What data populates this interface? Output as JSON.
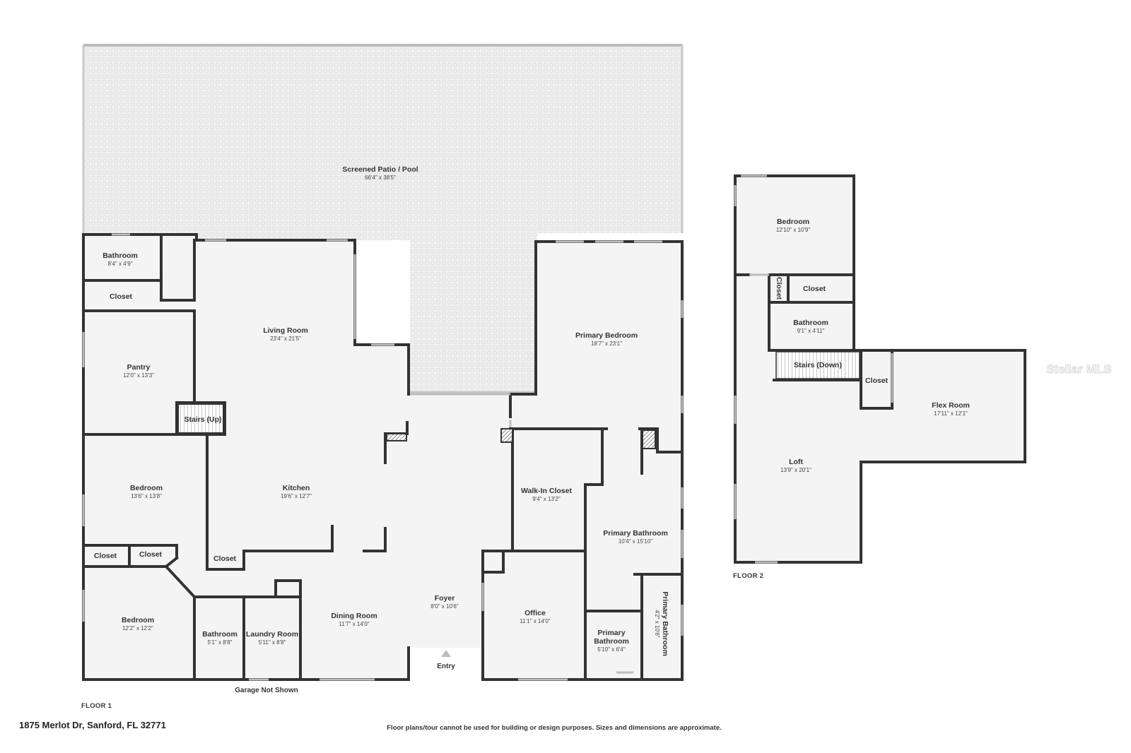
{
  "floor1": {
    "label": "FLOOR 1",
    "rooms": [
      {
        "id": "screened-patio",
        "name": "Screened Patio / Pool",
        "dim": "66'4\" x 38'5\""
      },
      {
        "id": "bathroom-1",
        "name": "Bathroom",
        "dim": "8'4\" x 4'9\""
      },
      {
        "id": "closet-1",
        "name": "Closet",
        "dim": ""
      },
      {
        "id": "living-room",
        "name": "Living Room",
        "dim": "23'4\" x 21'5\""
      },
      {
        "id": "primary-bedroom",
        "name": "Primary Bedroom",
        "dim": "18'7\" x 23'1\""
      },
      {
        "id": "pantry",
        "name": "Pantry",
        "dim": "12'0\" x 13'3\""
      },
      {
        "id": "stairs-up",
        "name": "Stairs (Up)",
        "dim": ""
      },
      {
        "id": "bedroom-1",
        "name": "Bedroom",
        "dim": "13'6\" x 13'8\""
      },
      {
        "id": "kitchen",
        "name": "Kitchen",
        "dim": "19'6\" x 12'7\""
      },
      {
        "id": "walk-in-closet",
        "name": "Walk-In Closet",
        "dim": "9'4\" x 13'2\""
      },
      {
        "id": "primary-bathroom-1",
        "name": "Primary Bathroom",
        "dim": "10'4\" x 15'10\""
      },
      {
        "id": "closet-2",
        "name": "Closet",
        "dim": ""
      },
      {
        "id": "closet-3",
        "name": "Closet",
        "dim": ""
      },
      {
        "id": "closet-4",
        "name": "Closet",
        "dim": ""
      },
      {
        "id": "foyer",
        "name": "Foyer",
        "dim": "8'0\" x 10'6\""
      },
      {
        "id": "bedroom-2",
        "name": "Bedroom",
        "dim": "12'2\" x 12'2\""
      },
      {
        "id": "bathroom-2",
        "name": "Bathroom",
        "dim": "5'1\" x 8'8\""
      },
      {
        "id": "laundry-room",
        "name": "Laundry Room",
        "dim": "5'11\" x 8'8\""
      },
      {
        "id": "dining-room",
        "name": "Dining Room",
        "dim": "11'7\" x 14'0\""
      },
      {
        "id": "office",
        "name": "Office",
        "dim": "11'1\" x 14'0\""
      },
      {
        "id": "primary-bathroom-2",
        "name": "Primary Bathroom",
        "dim": "4'2\" x 10'6\""
      }
    ],
    "primary_bathroom_small": {
      "line1": "Primary",
      "line2": "Bathroom",
      "dim": "5'10\" x 6'4\""
    },
    "entry_label": "Entry",
    "garage_note": "Garage Not Shown"
  },
  "floor2": {
    "label": "FLOOR 2",
    "rooms": [
      {
        "id": "bedroom-3",
        "name": "Bedroom",
        "dim": "12'10\" x 10'9\""
      },
      {
        "id": "closet-5",
        "name": "Closet",
        "dim": ""
      },
      {
        "id": "closet-6",
        "name": "Closet",
        "dim": ""
      },
      {
        "id": "bathroom-3",
        "name": "Bathroom",
        "dim": "9'1\" x 4'11\""
      },
      {
        "id": "stairs-down",
        "name": "Stairs (Down)",
        "dim": ""
      },
      {
        "id": "closet-7",
        "name": "Closet",
        "dim": ""
      },
      {
        "id": "flex-room",
        "name": "Flex Room",
        "dim": "17'11\" x 12'1\""
      },
      {
        "id": "loft",
        "name": "Loft",
        "dim": "13'9\" x 20'1\""
      }
    ]
  },
  "address": "1875 Merlot Dr, Sanford, FL 32771",
  "disclaimer": "Floor plans/tour cannot be used for building or design purposes. Sizes and dimensions are approximate.",
  "watermark": "Stellar MLS",
  "colors": {
    "wall": "#333333",
    "floor": "#f4f4f4",
    "patio": "#eeeeee",
    "window": "#bdbdbd",
    "stair_fill": "#ffffff"
  }
}
